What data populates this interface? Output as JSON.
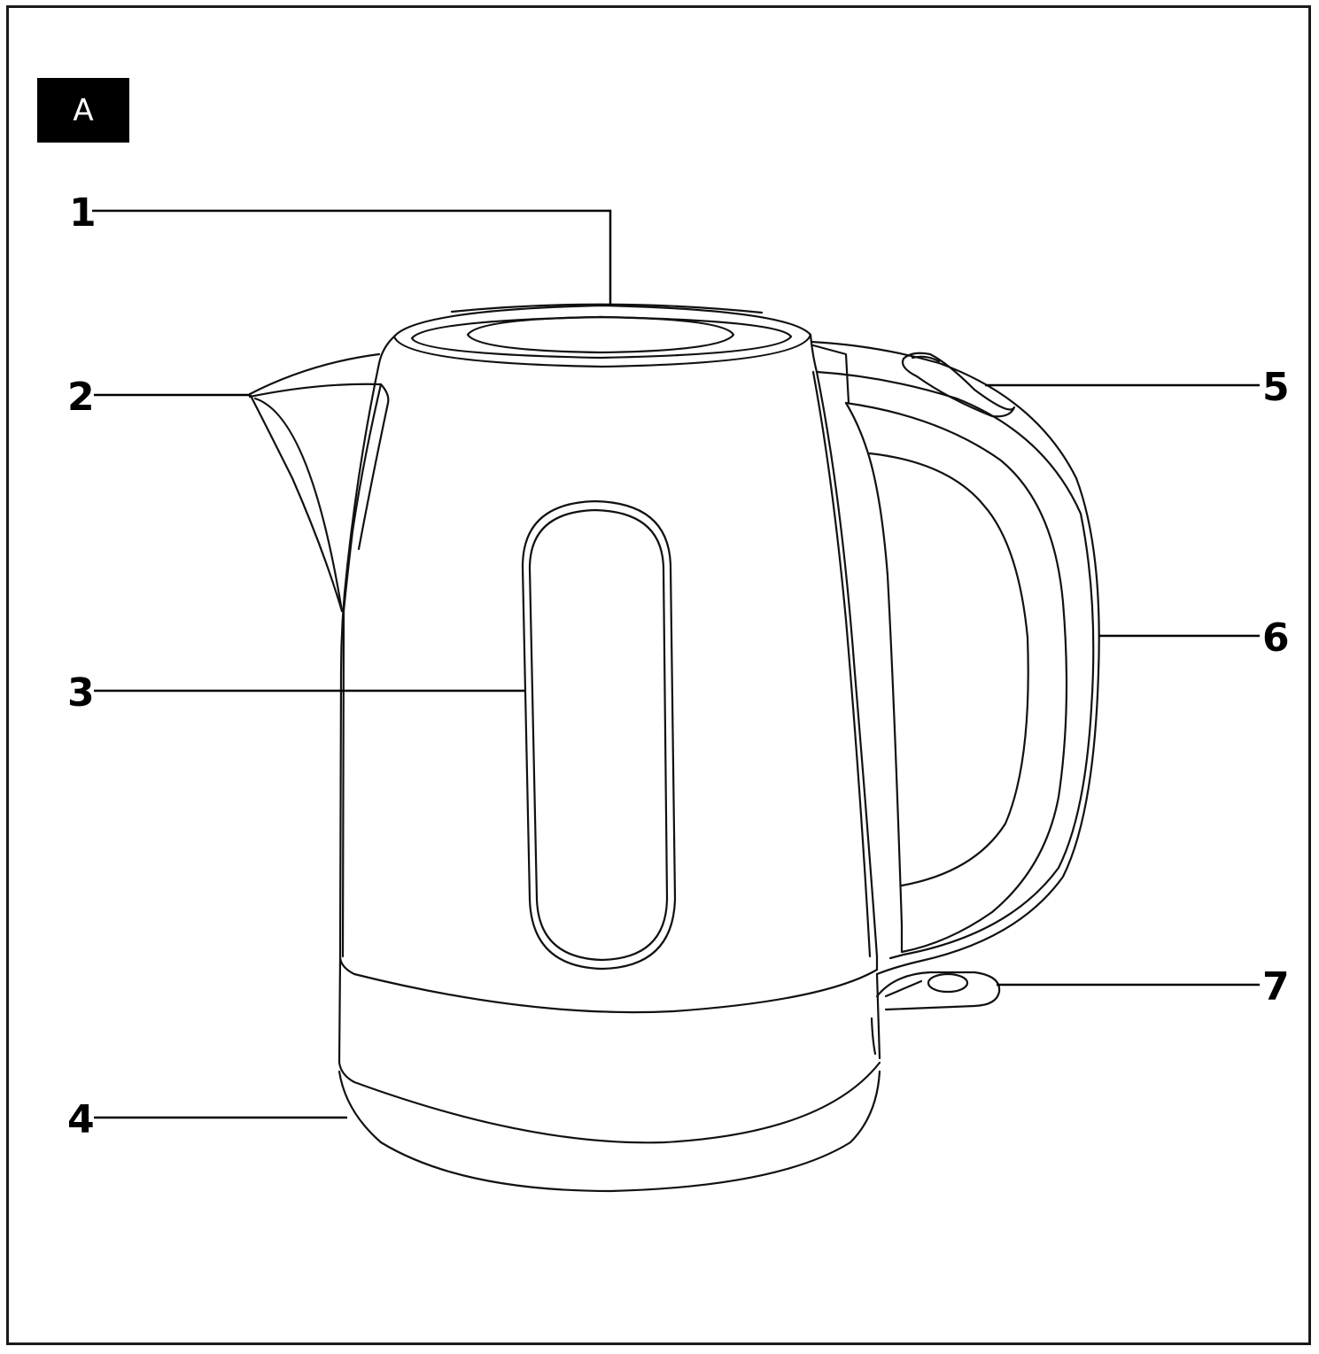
{
  "figure": {
    "label": "A"
  },
  "callouts": [
    {
      "id": "1",
      "number": "1"
    },
    {
      "id": "2",
      "number": "2"
    },
    {
      "id": "3",
      "number": "3"
    },
    {
      "id": "4",
      "number": "4"
    },
    {
      "id": "5",
      "number": "5"
    },
    {
      "id": "6",
      "number": "6"
    },
    {
      "id": "7",
      "number": "7"
    }
  ],
  "colors": {
    "line": "#111111",
    "badge_bg": "#000000",
    "badge_text": "#ffffff"
  }
}
